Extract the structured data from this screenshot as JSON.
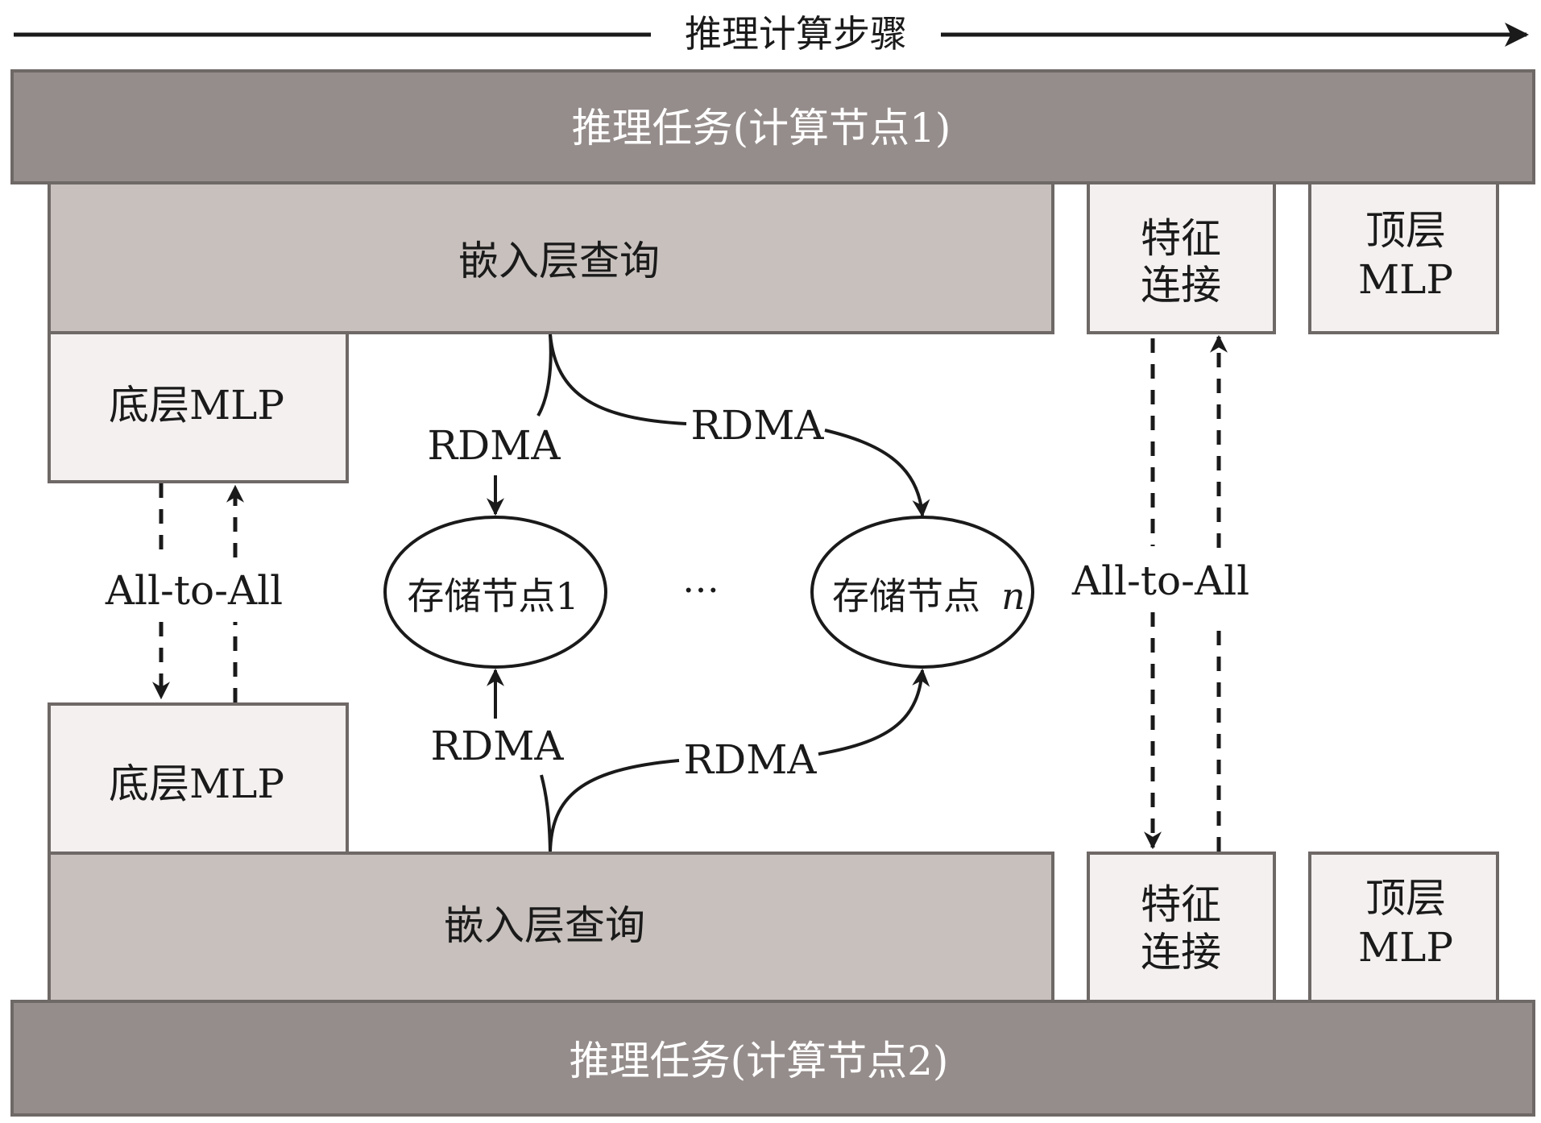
{
  "title_arrow": {
    "label": "推理计算步骤"
  },
  "colors": {
    "task_bar": "#958d8b",
    "task_bar_border": "#6e6866",
    "embedding": "#c7c0bc",
    "light_box": "#f3f0ef",
    "box_border": "#6e6866",
    "ink": "#1a1a1a"
  },
  "compute_node_1": {
    "task_label": "推理任务(计算节点1)",
    "embedding_label": "嵌入层查询",
    "bottom_mlp_label": "底层MLP",
    "feature_concat_label": [
      "特征",
      "连接"
    ],
    "top_mlp_label": [
      "顶层",
      "MLP"
    ]
  },
  "compute_node_2": {
    "task_label": "推理任务(计算节点2)",
    "embedding_label": "嵌入层查询",
    "bottom_mlp_label": "底层MLP",
    "feature_concat_label": [
      "特征",
      "连接"
    ],
    "top_mlp_label": [
      "顶层",
      "MLP"
    ]
  },
  "storage_nodes": [
    {
      "label": "存储节点1"
    },
    {
      "label": "存储节点",
      "suffix_italic": "n"
    }
  ],
  "ellipsis": "…",
  "links": {
    "rdma_labels": [
      "RDMA",
      "RDMA",
      "RDMA",
      "RDMA"
    ],
    "all_to_all_left": "All-to-All",
    "all_to_all_right": "All-to-All"
  }
}
